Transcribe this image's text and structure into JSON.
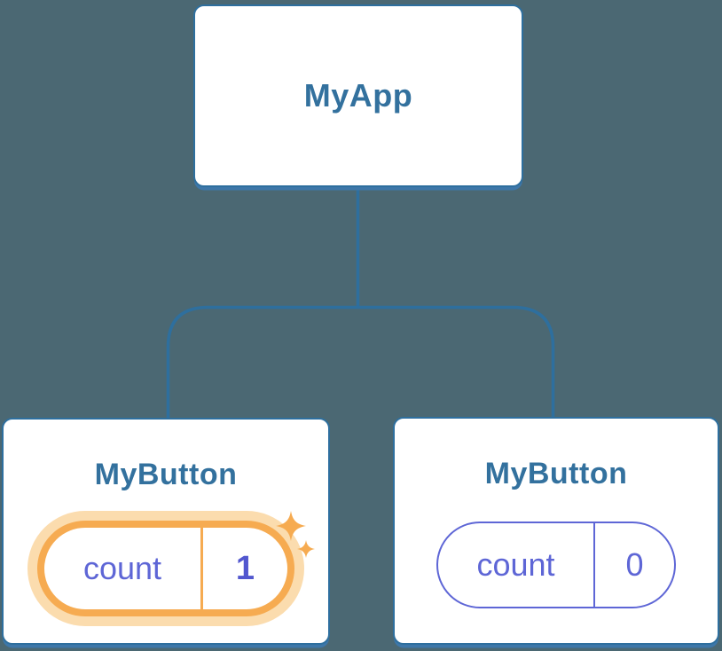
{
  "diagram": {
    "root": {
      "label": "MyApp"
    },
    "children": [
      {
        "label": "MyButton",
        "state": {
          "key": "count",
          "value": "1"
        },
        "highlighted": true
      },
      {
        "label": "MyButton",
        "state": {
          "key": "count",
          "value": "0"
        },
        "highlighted": false
      }
    ]
  },
  "icons": {
    "sparkles-icon": "✦"
  },
  "colors": {
    "bg": "#4b6873",
    "line": "#2e6f9e",
    "card": "#ffffff",
    "title": "#33719e",
    "shadow": "#3e77a9",
    "indigo": "#5e66d6",
    "indigo_bold": "#5257cf",
    "orange": "#f6ab51",
    "orange_glow": "#fbdcae"
  }
}
